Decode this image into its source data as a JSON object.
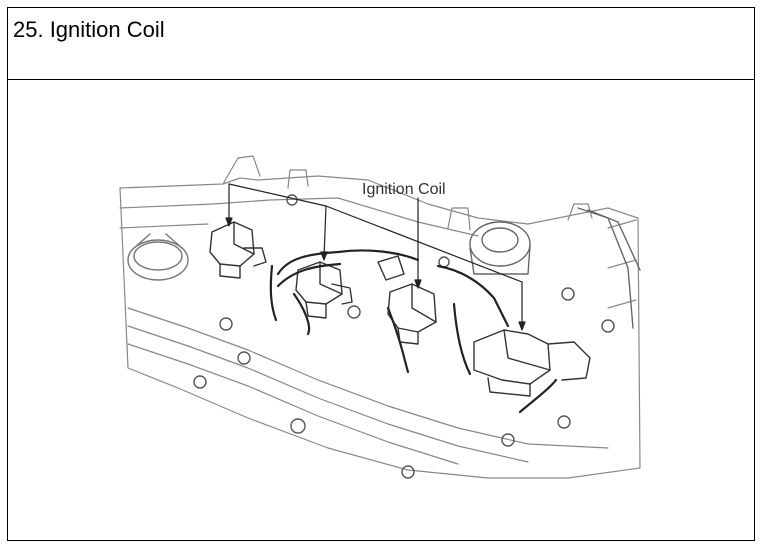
{
  "section": {
    "title": "25. Ignition Coil"
  },
  "diagram": {
    "callout_label": "Ignition Coil",
    "components": [
      "engine-head-cover",
      "oil-filler-cap",
      "ignition-coil-1",
      "ignition-coil-2",
      "ignition-coil-3",
      "ignition-coil-4",
      "intake-manifold"
    ]
  }
}
